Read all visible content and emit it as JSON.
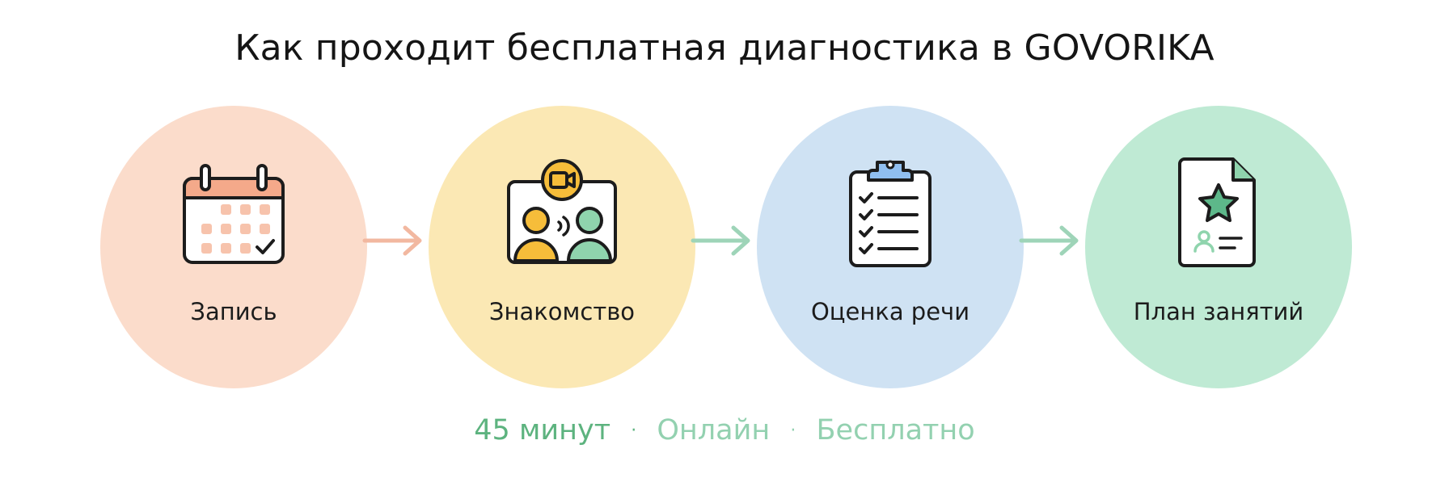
{
  "title": "Как проходит бесплатная диагностика в GOVORIKA",
  "colors": {
    "step1_bg": "#fbdccb",
    "step2_bg": "#fbe8b4",
    "step3_bg": "#cfe2f3",
    "step4_bg": "#bfead4",
    "arrow1": "#f2b8a0",
    "arrow2": "#9ed4b8",
    "arrow3": "#9ed4b8",
    "outline": "#1c1c1c",
    "accent_green": "#5db88a",
    "footer_duration": "#5db37f",
    "footer_mode": "#93d1b0",
    "footer_price": "#93d1b0"
  },
  "steps": [
    {
      "label": "Запись",
      "icon": "calendar-icon"
    },
    {
      "label": "Знакомство",
      "icon": "video-call-icon"
    },
    {
      "label": "Оценка речи",
      "icon": "checklist-clipboard-icon"
    },
    {
      "label": "План занятий",
      "icon": "document-star-icon"
    }
  ],
  "footer": {
    "duration": "45 минут",
    "separator": "·",
    "mode": "Онлайн",
    "price": "Бесплатно"
  }
}
